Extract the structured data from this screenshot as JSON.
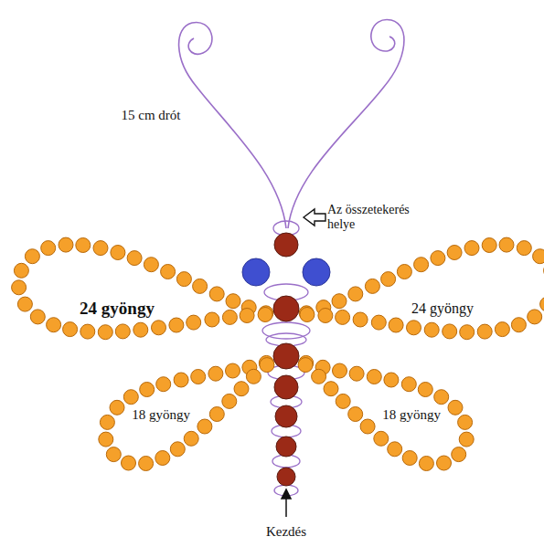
{
  "diagram": {
    "labels": [
      "15 cm drót",
      "Az összetekerés helye",
      "24 gyöngy",
      "24 gyöngy",
      "18 gyöngy",
      "18 gyöngy",
      "Kezdés"
    ]
  }
}
